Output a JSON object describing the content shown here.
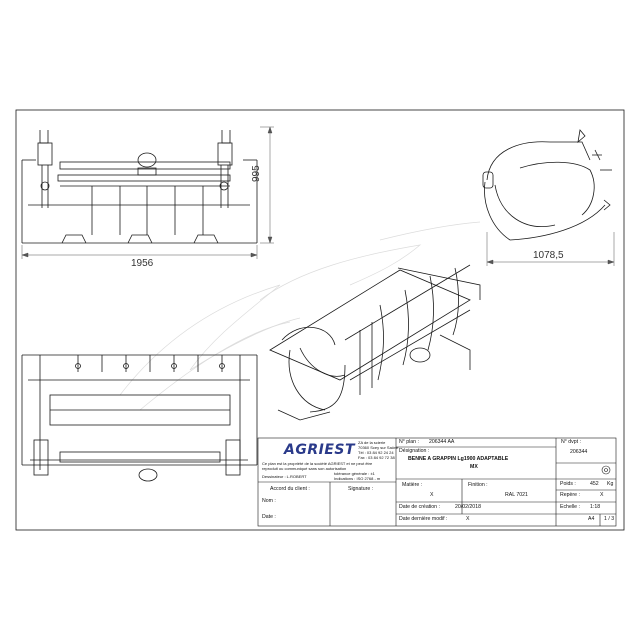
{
  "dimensions": {
    "front_width": "1956",
    "front_height": "995",
    "side_depth": "1078,5"
  },
  "title_block": {
    "brand": "AGRIEST",
    "address": [
      "ZA de la scierie",
      "70360 Scey sur Saône",
      "Tél : 03 84 92 24 24",
      "Fax : 03 84 92 72 38"
    ],
    "copyright": [
      "Ce plan est la propriété de la société AGRIEST et ne peut être",
      "reproduit ou communiqué sans son autorisation"
    ],
    "designer_label": "Dessinateur : L.ROBERT",
    "tolerances": [
      "tolérance générale : ±1",
      "Indications : ISO 2768 - m"
    ],
    "plan_no_label": "N° plan :",
    "plan_no_value": "206344 AA",
    "article_no_label": "N° dvpt :",
    "article_no_value": "206344",
    "designation_label": "Désignation :",
    "designation_value_line1": "BENNE A GRAPPIN Lg1900 ADAPTABLE",
    "designation_value_line2": "MX",
    "client_agreement_label": "Accord du client :",
    "signature_label": "Signature :",
    "name_label": "Nom :",
    "date_label": "Date :",
    "material_label": "Matière :",
    "material_value": "X",
    "finish_label": "Finition :",
    "finish_value": "RAL 7021",
    "weight_label": "Poids :",
    "weight_value": "452",
    "weight_unit": "Kg",
    "mark_label": "Repère :",
    "mark_value": "X",
    "creation_date_label": "Date de création :",
    "creation_date_value": "20/02/2018",
    "scale_label": "Echelle :",
    "scale_value": "1:18",
    "last_modified_label": "Date dernière modif :",
    "last_modified_value": "X",
    "format_value": "A4",
    "sheet_value": "1 / 3"
  },
  "colors": {
    "line": "#1a1a1a",
    "dim_line": "#555555",
    "logo": "#2a3a8a",
    "watermark": "#dddddd"
  }
}
